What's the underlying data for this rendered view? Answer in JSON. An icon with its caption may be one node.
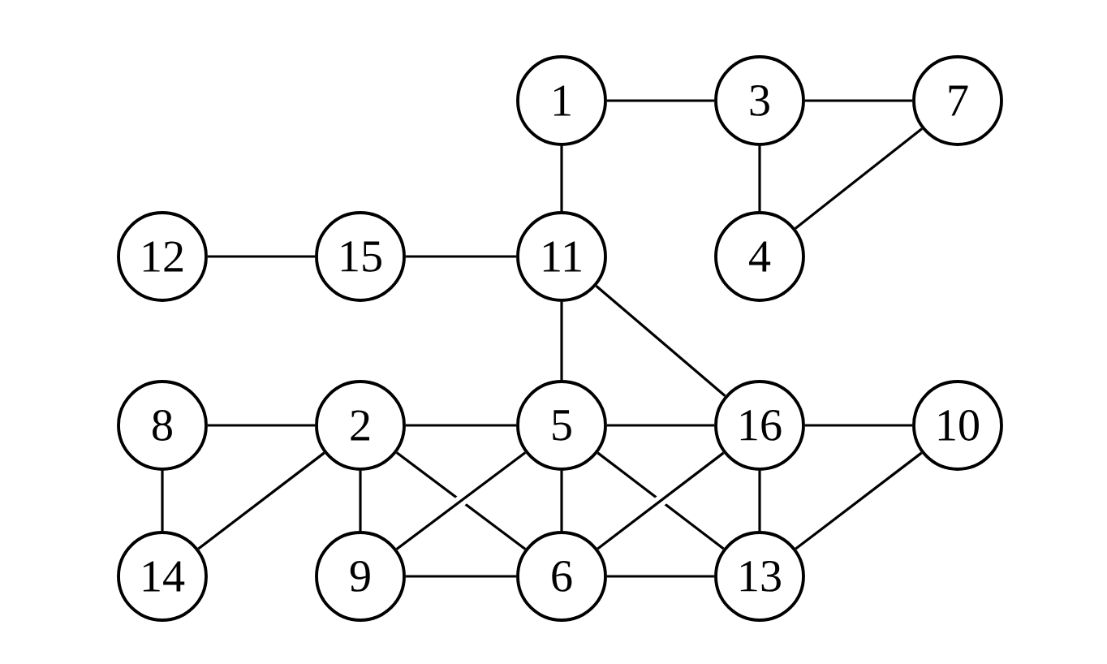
{
  "diagram": {
    "nodes": [
      {
        "text": [
          "1"
        ]
      },
      {
        "text": [
          "3"
        ]
      },
      {
        "text": [
          "7"
        ]
      },
      {
        "text": [
          "12"
        ]
      },
      {
        "text": [
          "15"
        ]
      },
      {
        "text": [
          "11"
        ]
      },
      {
        "text": [
          "4"
        ]
      },
      {
        "text": [
          "8"
        ]
      },
      {
        "text": [
          "2"
        ]
      },
      {
        "text": [
          "5"
        ]
      },
      {
        "text": [
          "16"
        ]
      },
      {
        "text": [
          "10"
        ]
      },
      {
        "text": [
          "14"
        ]
      },
      {
        "text": [
          "9"
        ]
      },
      {
        "text": [
          "6"
        ]
      },
      {
        "text": [
          "13"
        ]
      }
    ],
    "edges": [
      {
        "from": 0,
        "to": 1,
        "arrow": "none"
      },
      {
        "from": 1,
        "to": 2,
        "arrow": "none"
      },
      {
        "from": 1,
        "to": 6,
        "arrow": "none"
      },
      {
        "from": 6,
        "to": 2,
        "arrow": "none"
      },
      {
        "from": 0,
        "to": 5,
        "arrow": "none"
      },
      {
        "from": 3,
        "to": 4,
        "arrow": "none"
      },
      {
        "from": 4,
        "to": 5,
        "arrow": "none"
      },
      {
        "from": 5,
        "to": 9,
        "arrow": "none"
      },
      {
        "from": 5,
        "to": 10,
        "arrow": "none"
      },
      {
        "from": 7,
        "to": 8,
        "arrow": "none"
      },
      {
        "from": 8,
        "to": 9,
        "arrow": "none"
      },
      {
        "from": 9,
        "to": 10,
        "arrow": "none"
      },
      {
        "from": 10,
        "to": 11,
        "arrow": "none"
      },
      {
        "from": 7,
        "to": 12,
        "arrow": "none"
      },
      {
        "from": 8,
        "to": 12,
        "arrow": "none"
      },
      {
        "from": 8,
        "to": 13,
        "arrow": "none"
      },
      {
        "from": 8,
        "to": 14,
        "arrow": "none"
      },
      {
        "from": 9,
        "to": 13,
        "arrow": "none"
      },
      {
        "from": 9,
        "to": 14,
        "arrow": "none"
      },
      {
        "from": 9,
        "to": 15,
        "arrow": "none"
      },
      {
        "from": 10,
        "to": 14,
        "arrow": "none"
      },
      {
        "from": 10,
        "to": 15,
        "arrow": "none"
      },
      {
        "from": 11,
        "to": 15,
        "arrow": "none"
      },
      {
        "from": 13,
        "to": 14,
        "arrow": "none"
      },
      {
        "from": 14,
        "to": 15,
        "arrow": "none"
      }
    ]
  }
}
